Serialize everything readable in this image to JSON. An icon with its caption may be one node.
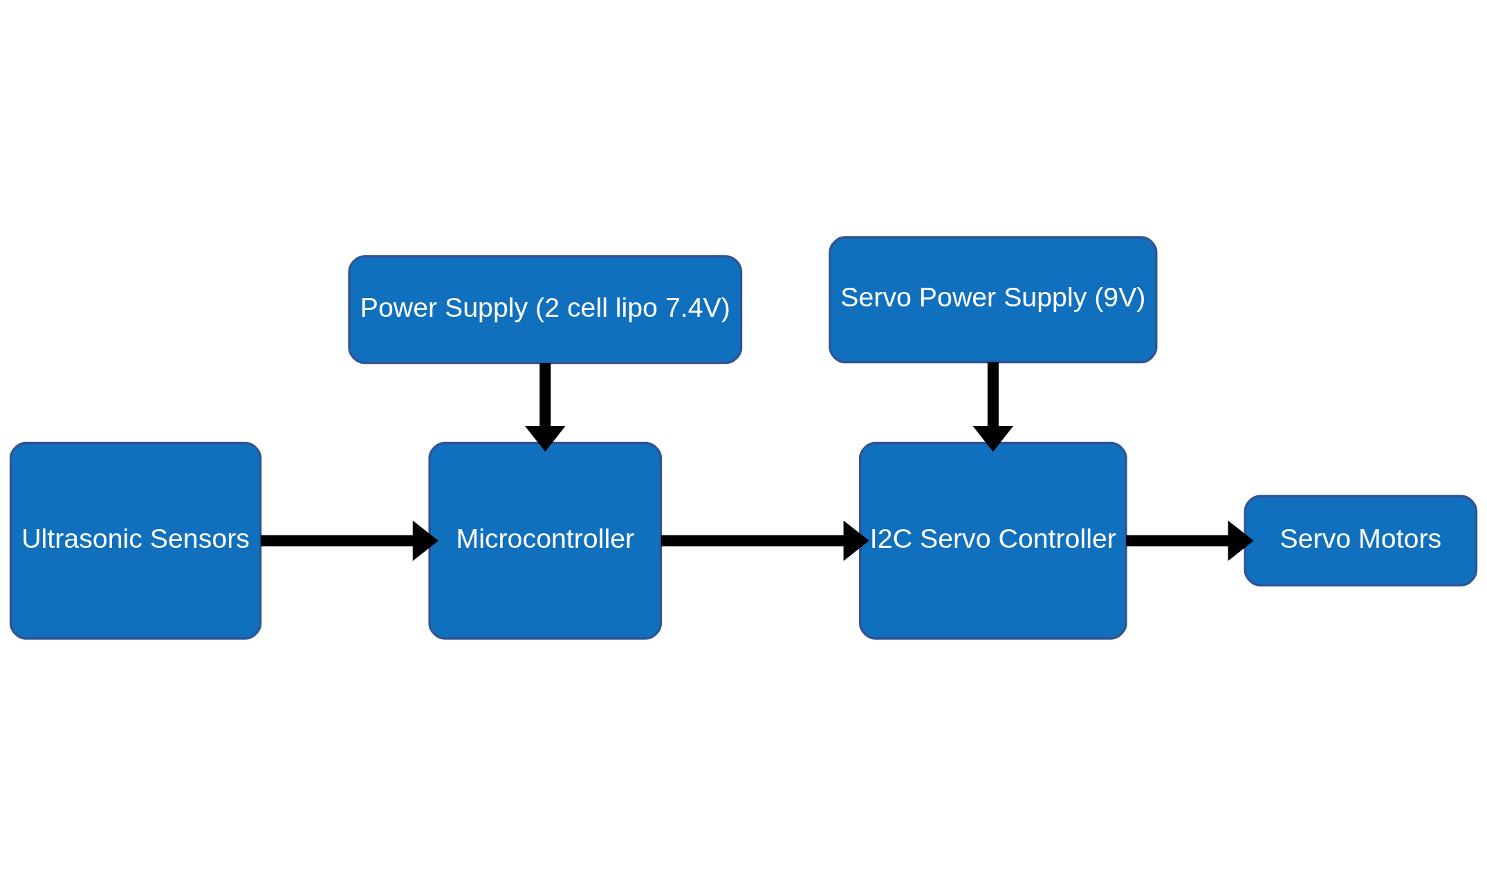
{
  "diagram": {
    "nodes": [
      {
        "text": [
          "Servo Power Supply (9V)"
        ]
      },
      {
        "text": [
          "Ultrasonic Sensors"
        ]
      },
      {
        "text": [
          "Microcontroller"
        ]
      },
      {
        "text": [
          "I2C Servo Controller"
        ]
      },
      {
        "text": [
          "Servo Motors"
        ]
      },
      {
        "text": [
          "Power Supply (2 cell lipo 7.4V)"
        ]
      }
    ],
    "edges": [
      {
        "from": 1,
        "to": 2,
        "arrow": "to"
      },
      {
        "from": 2,
        "to": 3,
        "arrow": "to"
      },
      {
        "from": 3,
        "to": 4,
        "arrow": "to"
      },
      {
        "from": 0,
        "to": 3,
        "arrow": "to"
      },
      {
        "from": 5,
        "to": 2,
        "arrow": "to"
      }
    ]
  }
}
